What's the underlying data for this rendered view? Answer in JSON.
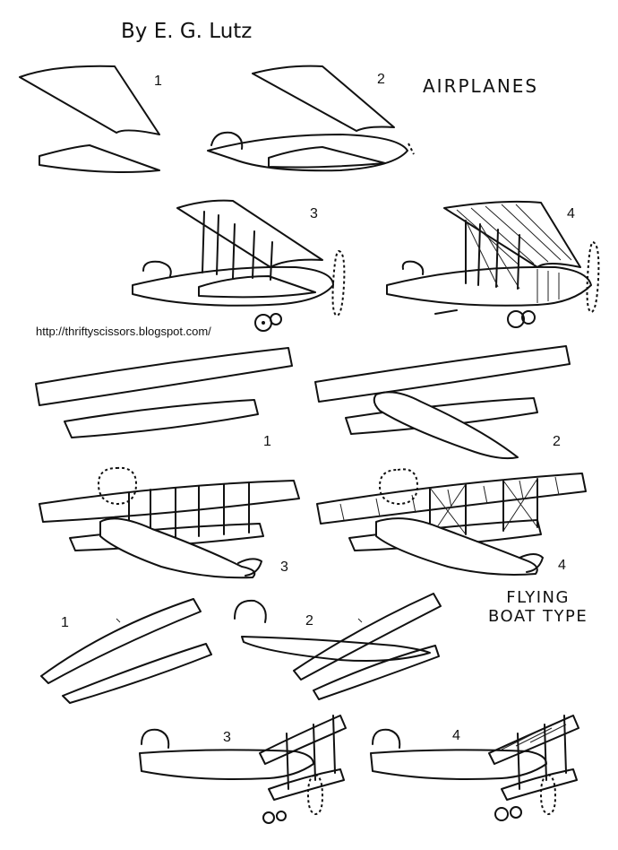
{
  "author": "By E. G. Lutz",
  "heading": "AIRPLANES",
  "url": "http://thriftyscissors.blogspot.com/",
  "section_label_lines": [
    "FLYING",
    "BOAT TYPE"
  ],
  "steps": {
    "row1": [
      "1",
      "2",
      "3",
      "4"
    ],
    "row2": [
      "1",
      "2",
      "3",
      "4"
    ],
    "row3": [
      "1",
      "2",
      "3",
      "4"
    ]
  }
}
